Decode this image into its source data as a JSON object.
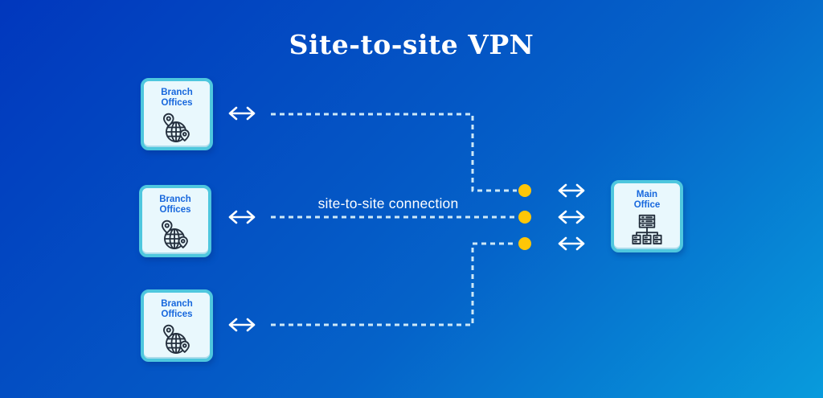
{
  "title": "Site-to-site VPN",
  "connection_label": "site-to-site connection",
  "nodes": {
    "branch_offices": [
      {
        "label": "Branch\nOffices",
        "icon": "globe-location-pins-icon"
      },
      {
        "label": "Branch\nOffices",
        "icon": "globe-location-pins-icon"
      },
      {
        "label": "Branch\nOffices",
        "icon": "globe-location-pins-icon"
      }
    ],
    "main_office": {
      "label": "Main\nOffice",
      "icon": "network-servers-icon"
    }
  },
  "connections": {
    "count": 3,
    "style": "dashed",
    "endpoint_marker": "yellow-dot",
    "arrow_style": "double-headed"
  },
  "colors": {
    "background_top_left": "#0137bd",
    "background_bottom_right": "#089bdc",
    "box_fill": "#e9f8fd",
    "box_border": "#4ec7de",
    "node_label_blue": "#1767dd",
    "dash_line": "#cde8f7",
    "endpoint_dot_yellow": "#ffc607",
    "arrow_white": "#ffffff",
    "icon_stroke": "#25303e"
  }
}
